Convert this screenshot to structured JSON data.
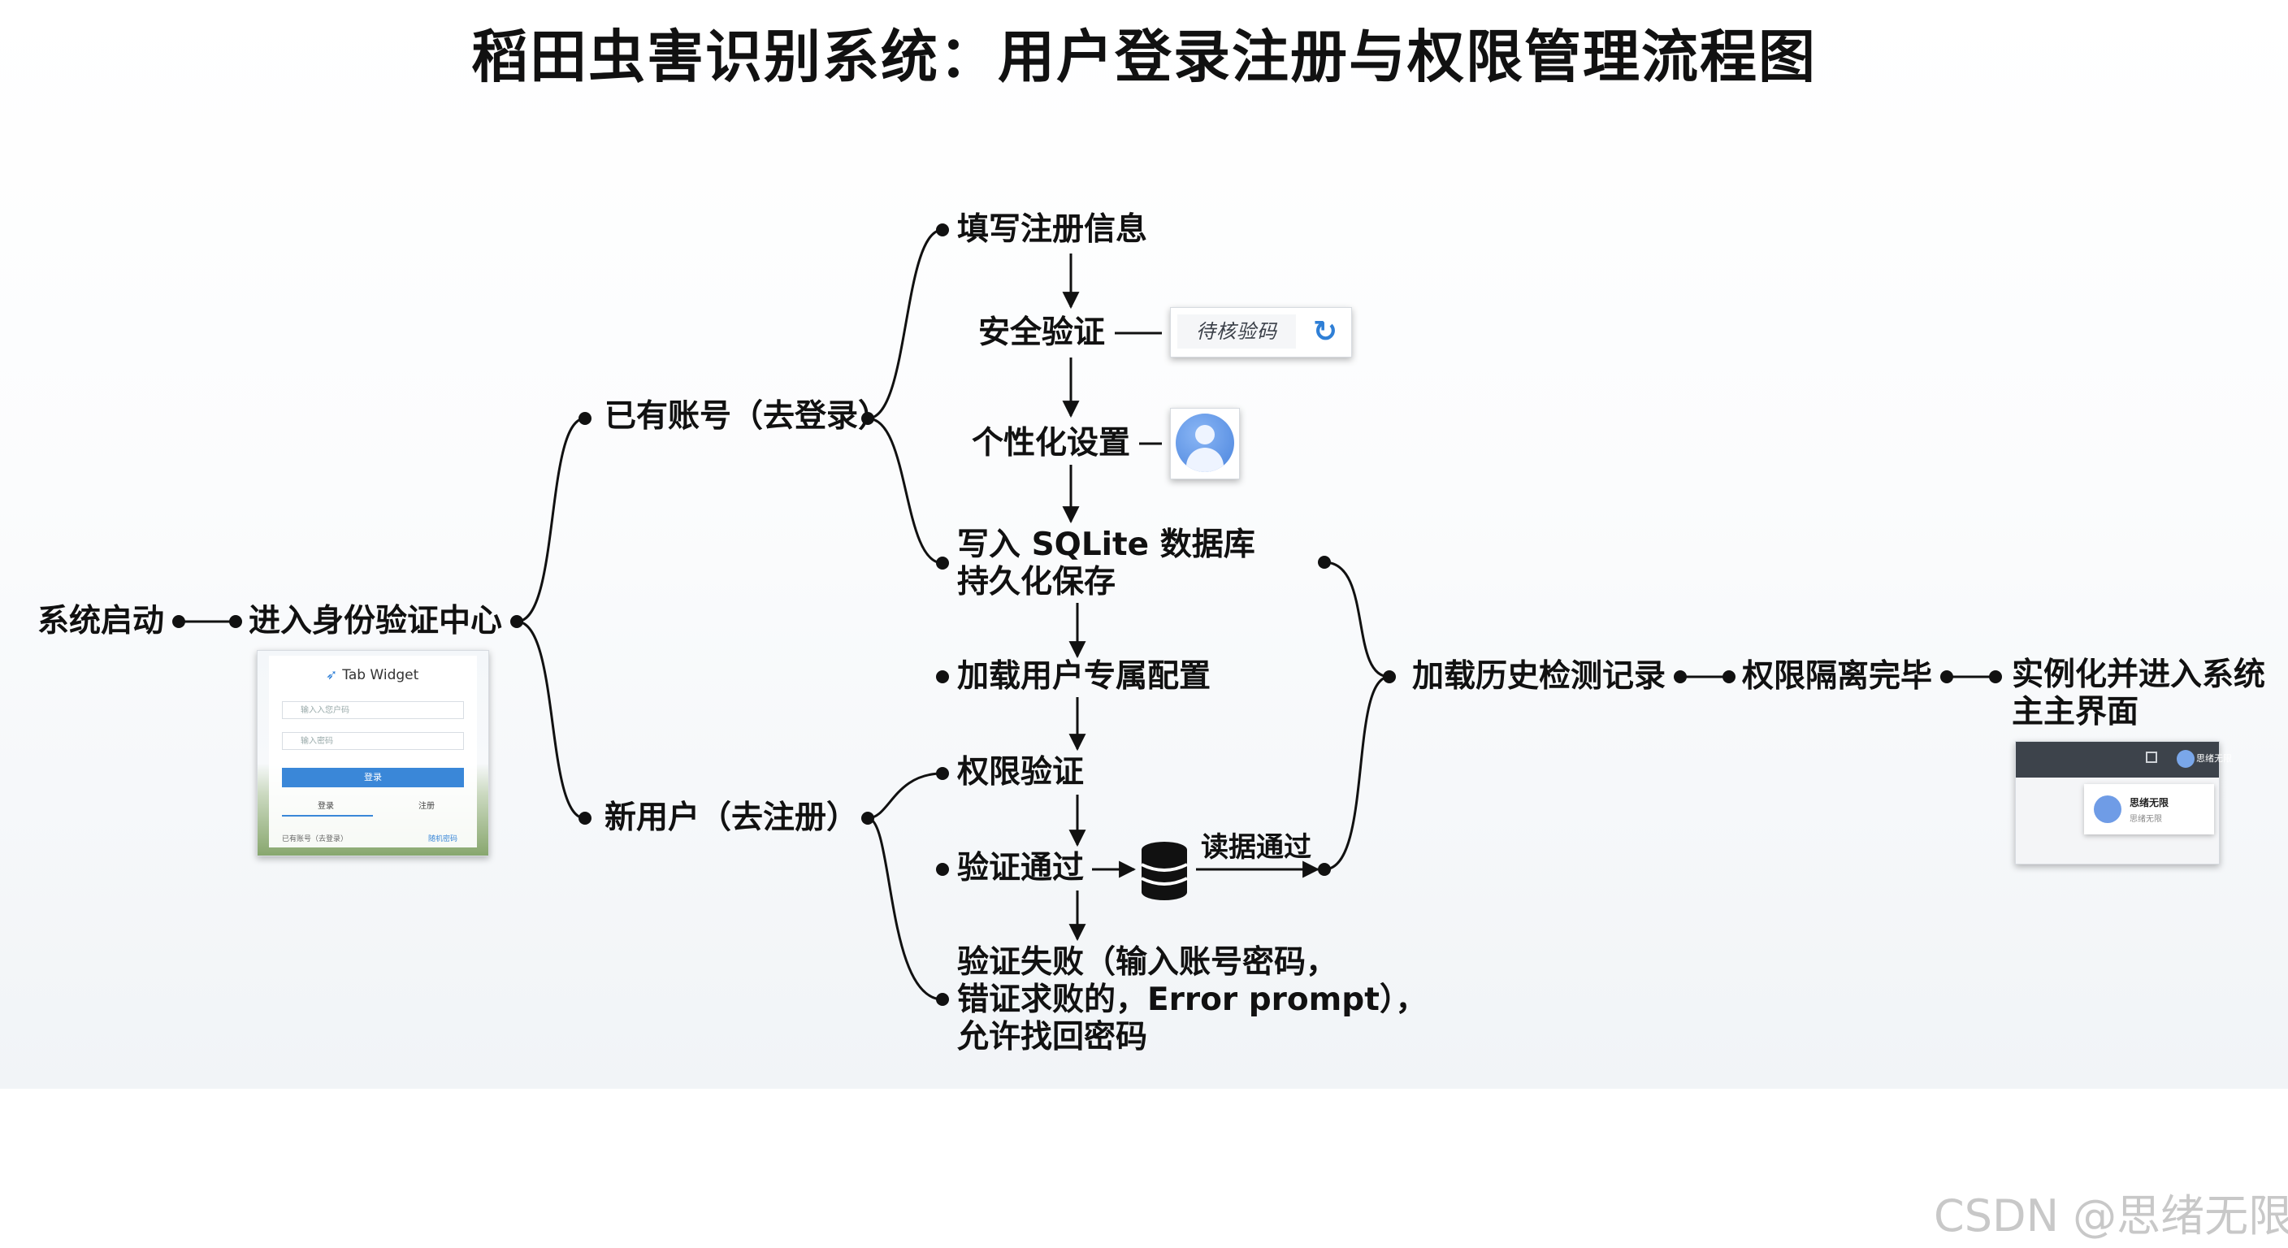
{
  "title": "稻田虫害识别系统：用户登录注册与权限管理流程图",
  "nodes": {
    "start": "系统启动",
    "auth_center": "进入身份验证中心",
    "existing_account": "已有账号（去登录）",
    "new_user": "新用户（去注册）",
    "fill_info": "填写注册信息",
    "security_check": "安全验证",
    "personalize": "个性化设置",
    "sqlite_line1": "写入 SQLite 数据库",
    "sqlite_line2": "持久化保存",
    "load_config": "加载用户专属配置",
    "perm_check": "权限验证",
    "verify_pass": "验证通过",
    "read_pass": "读据通过",
    "verify_fail_line1": "验证失败（输入账号密码，",
    "verify_fail_line2": "错证求败的，Error prompt），",
    "verify_fail_line3": "允许找回密码",
    "load_history": "加载历史检测记录",
    "perm_isolation": "权限隔离完毕",
    "main_ui_line1": "实例化并进入系统",
    "main_ui_line2": "主主界面"
  },
  "thumbnails": {
    "captcha_text": "待核验码",
    "refresh_icon": "refresh-icon",
    "login": {
      "logo_text": "Tab Widget",
      "account_placeholder": "输入入您户码",
      "password_placeholder": "输入密码",
      "login_button": "登录",
      "tab_login": "登录",
      "tab_register": "注册",
      "footer_left": "已有账号（去登录）",
      "footer_right": "随机密码"
    },
    "main_ui": {
      "user_name": "思绪无限",
      "card_name": "思绪无限",
      "card_sub": "思绪无限"
    }
  },
  "watermark": "CSDN @思绪无限",
  "colors": {
    "line": "#111111",
    "accent": "#2f7fd6"
  }
}
